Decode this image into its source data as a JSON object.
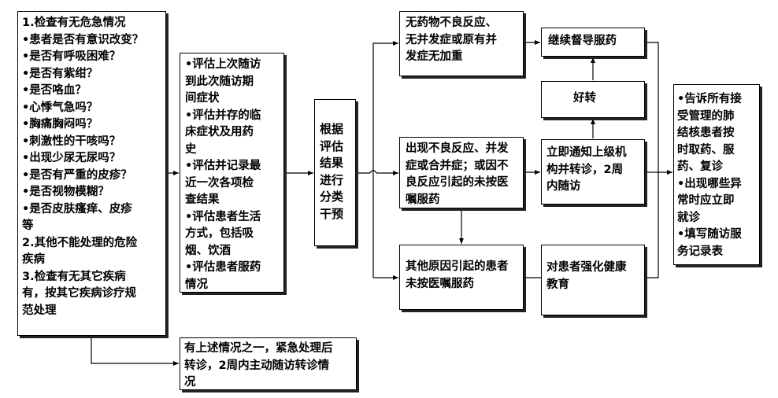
{
  "box1": {
    "lines": [
      "1.检查有无危急情况",
      "•患者是否有意识改变？",
      "•是否有呼吸困难？",
      "•是否有紫绀？",
      "•是否咯血？",
      "•心悸气急吗？",
      "•胸痛胸闷吗？",
      "•刺激性的干咳吗？",
      "•出现少尿无尿吗？",
      "•是否有严重的皮疹？",
      "•是否视物模糊？",
      "•是否皮肤瘙痒、皮疹",
      "等",
      "2.其他不能处理的危险",
      "疾病",
      "3.检查有无其它疾病",
      "有，按其它疾病诊疗规",
      "范处理"
    ]
  },
  "box2": {
    "lines": [
      "•评估上次随访",
      "到此次随访期",
      "间症状",
      "•评估并存的临",
      "床症状及用药",
      "史",
      "•评估并记录最",
      "近一次各项检",
      "查结果",
      "•评估患者生活",
      "方式，包括吸",
      "烟、饮酒",
      "•评估患者服药",
      "情况"
    ]
  },
  "box3": {
    "lines": [
      "根据",
      "评估",
      "结果",
      "进行",
      "分类",
      "干预"
    ]
  },
  "box4": {
    "lines": [
      "无药物不良反应、",
      "无并发症或原有并",
      "发症无加重"
    ]
  },
  "box5": {
    "lines": [
      "出现不良反应、并发",
      "症或合并症；或因不",
      "良反应引起的未按医",
      "嘱服药"
    ]
  },
  "box6": {
    "lines": [
      "其他原因引起的患者",
      "未按医嘱服药"
    ]
  },
  "box7": {
    "lines": [
      "继续督导服药"
    ]
  },
  "box8": {
    "lines": [
      "好转"
    ]
  },
  "box9": {
    "lines": [
      "立即通知上级机",
      "构并转诊，2周",
      "内随访"
    ]
  },
  "box10": {
    "lines": [
      "对患者强化健康",
      "教育"
    ]
  },
  "box11": {
    "lines": [
      "•告诉所有接",
      "受管理的肺",
      "结核患者按",
      "时取药、服",
      "药、复诊",
      "•出现哪些异",
      "常时应立即",
      "就诊",
      "•填写随访服",
      "务记录表"
    ]
  },
  "box12": {
    "lines": [
      "有上述情况之一，紧急处理后",
      "转诊，2周内主动随访转诊情",
      "况"
    ]
  }
}
